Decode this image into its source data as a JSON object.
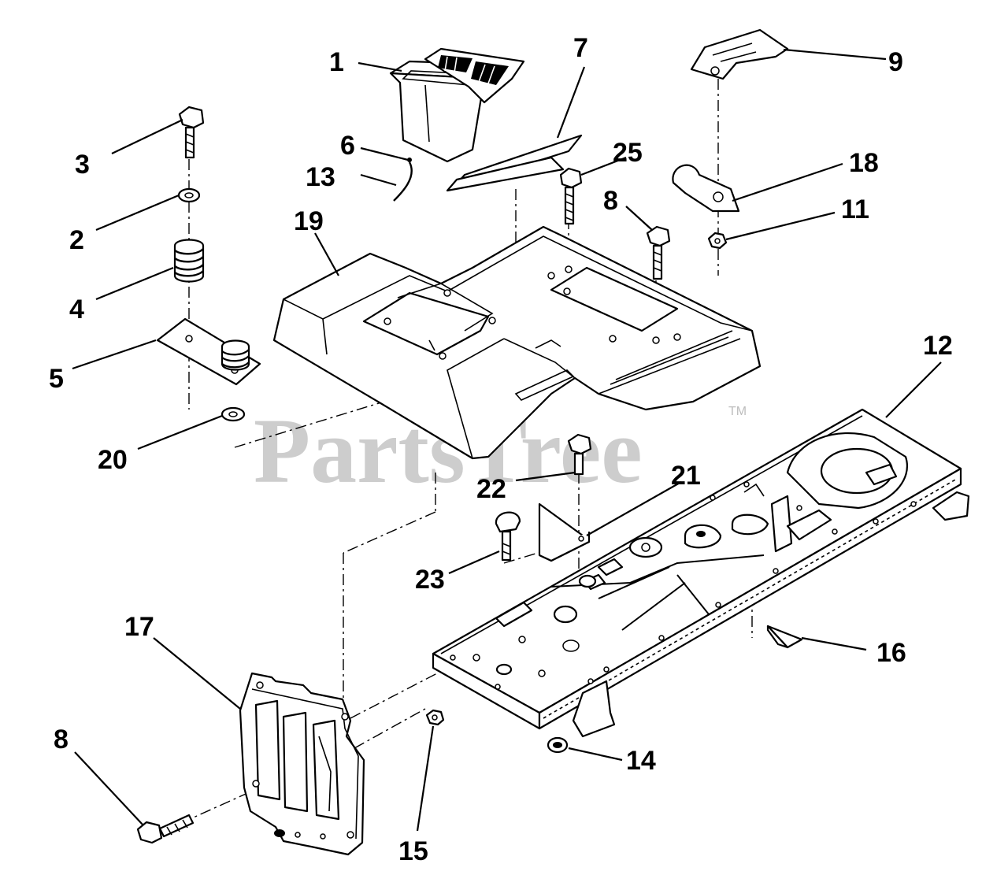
{
  "watermark": {
    "text": "PartsTree",
    "mark": "TM"
  },
  "callouts": {
    "c1": "1",
    "c2": "2",
    "c3": "3",
    "c4": "4",
    "c5": "5",
    "c6": "6",
    "c7": "7",
    "c8a": "8",
    "c8b": "8",
    "c9": "9",
    "c11": "11",
    "c12": "12",
    "c13": "13",
    "c14": "14",
    "c15": "15",
    "c16": "16",
    "c17": "17",
    "c18": "18",
    "c19": "19",
    "c20": "20",
    "c21": "21",
    "c22": "22",
    "c23": "23",
    "c25": "25"
  }
}
